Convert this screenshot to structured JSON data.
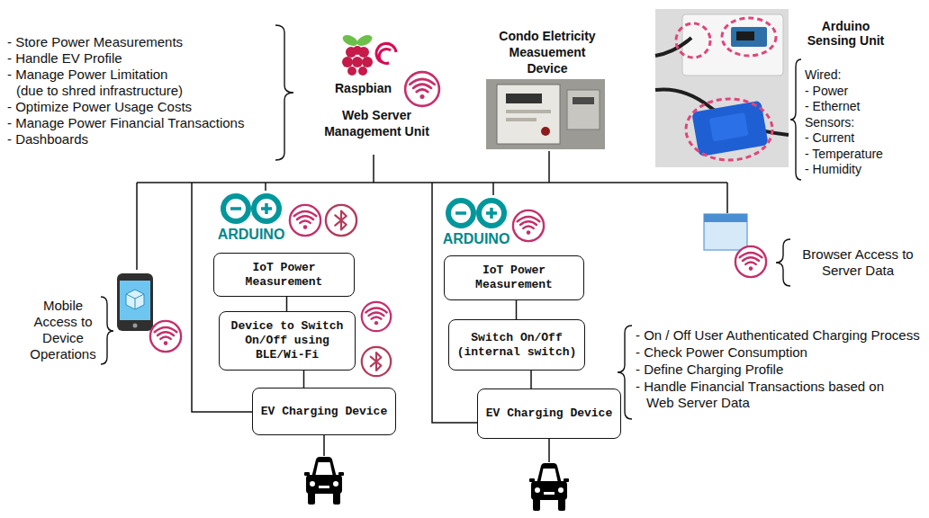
{
  "diagram": {
    "nodes": [
      {
        "text": [
          "IoT Power Measurement"
        ]
      },
      {
        "text": [
          "Device to Switch On/Off using BLE/Wi-Fi"
        ]
      },
      {
        "text": [
          "EV Charging Device"
        ]
      },
      {
        "text": [
          "IoT Power Measurement"
        ]
      },
      {
        "text": [
          "Switch On/Off (internal switch)"
        ]
      },
      {
        "text": [
          "EV Charging Device"
        ]
      }
    ],
    "edges": [
      {
        "from": 0,
        "to": 1,
        "arrow": "none"
      },
      {
        "from": 1,
        "to": 2,
        "arrow": "none"
      },
      {
        "from": 3,
        "to": 4,
        "arrow": "none"
      },
      {
        "from": 4,
        "to": 5,
        "arrow": "none"
      }
    ],
    "labels": [
      "- Store Power Measurements",
      "- Handle EV Profile",
      "- Manage Power Limitation (due to shred infrastructure)",
      "- Optimize Power Usage Costs",
      "- Manage Power Financial Transactions",
      "- Dashboards",
      "Raspbian",
      "Web Server Management Unit",
      "Condo Eletricity Measuement Device",
      "Arduino Sensing Unit",
      "Wired:",
      "- Power",
      "- Ethernet",
      "Sensors:",
      "- Current",
      "- Temperature",
      "- Humidity",
      "ARDUINO",
      "ARDUINO",
      "Mobile Access to Device Operations",
      "Browser Access to Server Data",
      "- On / Off User Authenticated Charging Process",
      "- Check Power Consumption",
      "- Define Charging Profile",
      "- Handle Financial Transactions based on Web Server Data"
    ]
  }
}
